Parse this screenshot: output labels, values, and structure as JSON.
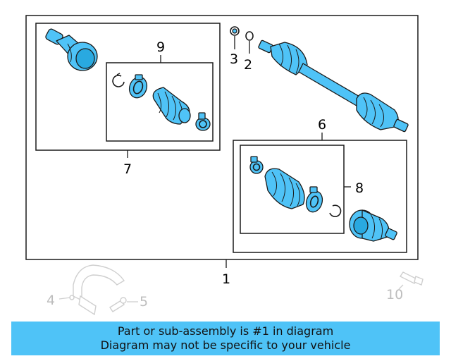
{
  "callouts": {
    "c1": "1",
    "c2": "2",
    "c3": "3",
    "c4": "4",
    "c5": "5",
    "c6": "6",
    "c7": "7",
    "c8": "8",
    "c9": "9",
    "c10": "10"
  },
  "banner": {
    "line1": "Part or sub-assembly is #1 in diagram",
    "line2": "Diagram may not be specific to your vehicle"
  },
  "colors": {
    "part_fill": "#4fc3f7",
    "banner_bg": "#4fc3f7",
    "ghost_part": "#cfcfcf"
  }
}
